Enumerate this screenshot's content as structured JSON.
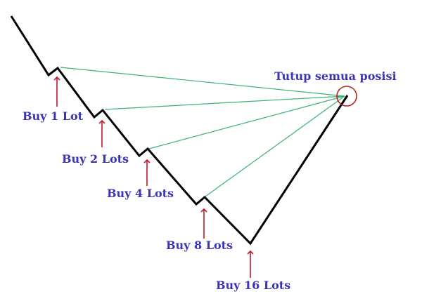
{
  "labels": {
    "buy1": "Buy 1 Lot",
    "buy2": "Buy 2 Lots",
    "buy4": "Buy 4 Lots",
    "buy8": "Buy 8 Lots",
    "buy16": "Buy 16 Lots",
    "close_all": "Tutup semua posisi"
  },
  "colors": {
    "price_line": "#000000",
    "target_lines": "#3cb371",
    "arrows": "#c0172d",
    "circle": "#b22222",
    "text": "#3b35b3"
  }
}
